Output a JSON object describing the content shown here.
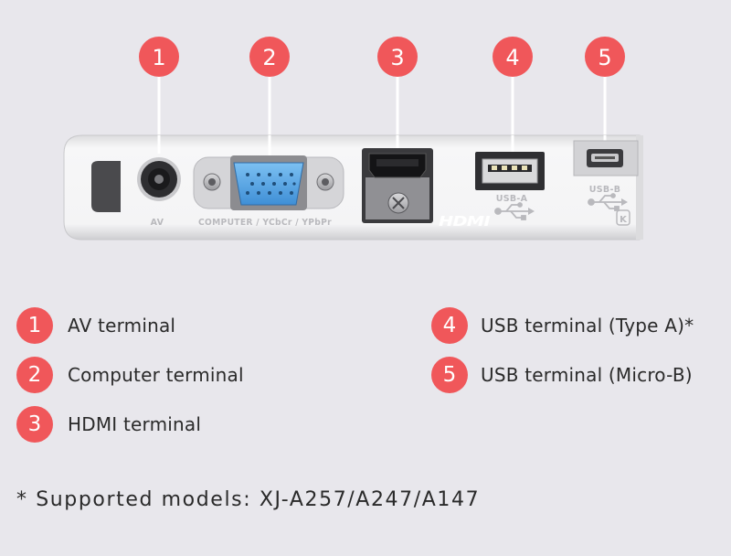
{
  "colors": {
    "background": "#e8e7ec",
    "accent_badge": "#f0575a",
    "panel": "#f6f6f7",
    "vga_blue": "#5da7e6",
    "port_label_gray": "#b9b9bd"
  },
  "callouts": [
    "1",
    "2",
    "3",
    "4",
    "5"
  ],
  "panel_labels": {
    "av": "AV",
    "computer": "COMPUTER / YCbCr / YPbPr",
    "hdmi_logo": "HDMI",
    "usb_a": "USB-A",
    "usb_b": "USB-B"
  },
  "icons": {
    "usb_a_symbol": "usb-symbol-icon",
    "usb_b_symbol": "usb-symbol-icon",
    "security_slot": "kensington-lock-icon"
  },
  "legend": [
    {
      "number": "1",
      "label": "AV terminal"
    },
    {
      "number": "2",
      "label": "Computer terminal"
    },
    {
      "number": "3",
      "label": "HDMI terminal"
    },
    {
      "number": "4",
      "label": "USB terminal (Type A)*"
    },
    {
      "number": "5",
      "label": "USB terminal (Micro-B)"
    }
  ],
  "footnote": "* Supported models: XJ-A257/A247/A147"
}
